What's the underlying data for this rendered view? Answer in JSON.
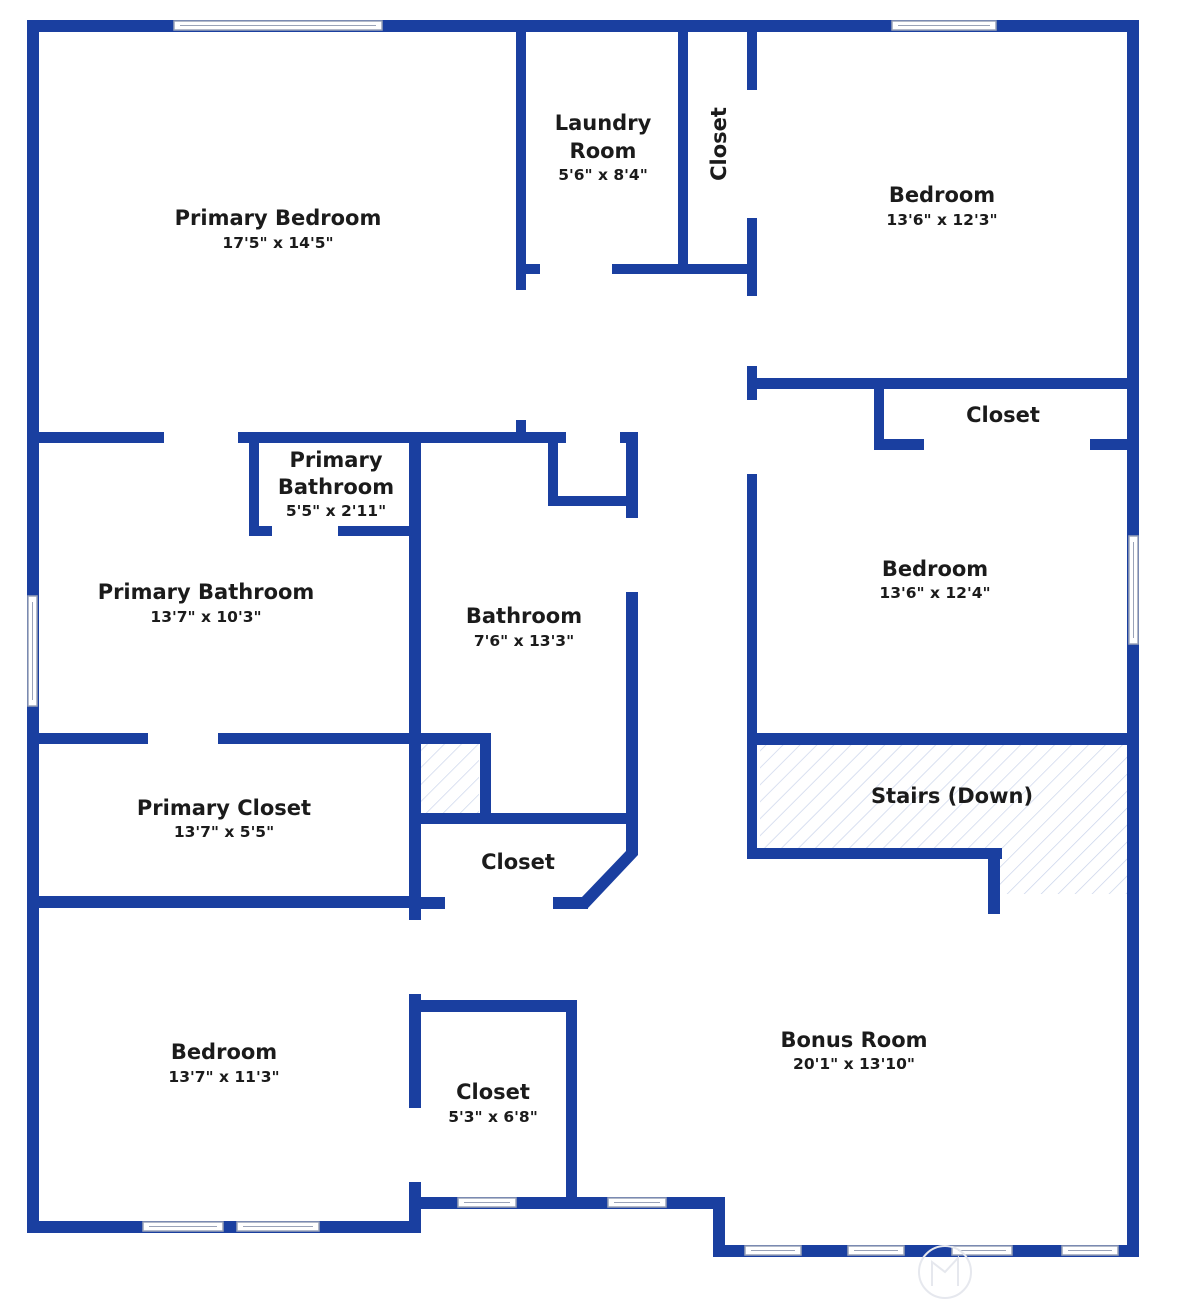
{
  "rooms": {
    "primary_bedroom": {
      "name": "Primary Bedroom",
      "dims": "17'5\" x 14'5\""
    },
    "laundry_room": {
      "name_line1": "Laundry",
      "name_line2": "Room",
      "dims": "5'6\" x 8'4\""
    },
    "laundry_closet": {
      "name": "Closet"
    },
    "bedroom_ne": {
      "name": "Bedroom",
      "dims": "13'6\" x 12'3\""
    },
    "closet_east": {
      "name": "Closet"
    },
    "bedroom_east": {
      "name": "Bedroom",
      "dims": "13'6\" x 12'4\""
    },
    "primary_wc": {
      "name_line1": "Primary",
      "name_line2": "Bathroom",
      "dims": "5'5\" x 2'11\""
    },
    "primary_bathroom": {
      "name": "Primary Bathroom",
      "dims": "13'7\" x 10'3\""
    },
    "bathroom": {
      "name": "Bathroom",
      "dims": "7'6\" x 13'3\""
    },
    "primary_closet": {
      "name": "Primary Closet",
      "dims": "13'7\" x 5'5\""
    },
    "hall_closet": {
      "name": "Closet"
    },
    "stairs": {
      "name": "Stairs (Down)"
    },
    "bedroom_sw": {
      "name": "Bedroom",
      "dims": "13'7\" x 11'3\""
    },
    "closet_south": {
      "name": "Closet",
      "dims": "5'3\" x 6'8\""
    },
    "bonus_room": {
      "name": "Bonus Room",
      "dims": "20'1\" x 13'10\""
    }
  },
  "colors": {
    "wall": "#1a3fa0",
    "hatch": "#c9d3ea",
    "background": "#ffffff"
  }
}
